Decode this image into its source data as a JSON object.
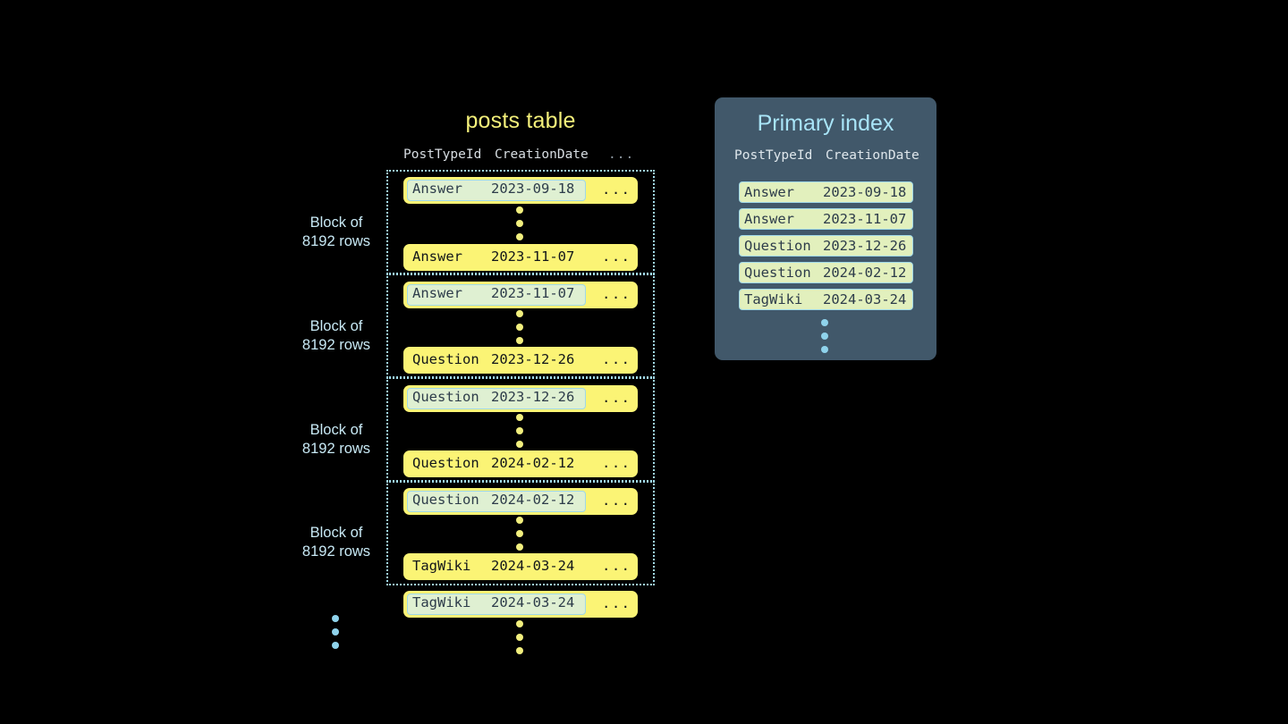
{
  "theme": {
    "background": "#000000",
    "row_yellow": "#fbf475",
    "highlight_green": "#dff0d2",
    "highlight_border": "#9fd8e8",
    "panel_slate": "#41586a",
    "index_row_green": "#e2f0bd",
    "title_yellow": "#f4f07a",
    "title_blue": "#a8e4f7",
    "label_blue": "#c8e9f5",
    "dot_yellow": "#f2ef7e",
    "dot_blue": "#8fd3ec"
  },
  "posts_table": {
    "title": "posts table",
    "columns": [
      "PostTypeId",
      "CreationDate",
      "..."
    ],
    "block_label": "Block of\n8192 rows",
    "block_label_line1": "Block of",
    "block_label_line2": "8192 rows",
    "ellipsis_cell": "...",
    "blocks": [
      {
        "label_line1": "Block of",
        "label_line2": "8192 rows",
        "first_row": {
          "post_type_id": "Answer",
          "creation_date": "2023-09-18",
          "rest": "...",
          "highlighted": true
        },
        "last_row": {
          "post_type_id": "Answer",
          "creation_date": "2023-11-07",
          "rest": "...",
          "highlighted": false
        }
      },
      {
        "label_line1": "Block of",
        "label_line2": "8192 rows",
        "first_row": {
          "post_type_id": "Answer",
          "creation_date": "2023-11-07",
          "rest": "...",
          "highlighted": true
        },
        "last_row": {
          "post_type_id": "Question",
          "creation_date": "2023-12-26",
          "rest": "...",
          "highlighted": false
        }
      },
      {
        "label_line1": "Block of",
        "label_line2": "8192 rows",
        "first_row": {
          "post_type_id": "Question",
          "creation_date": "2023-12-26",
          "rest": "...",
          "highlighted": true
        },
        "last_row": {
          "post_type_id": "Question",
          "creation_date": "2024-02-12",
          "rest": "...",
          "highlighted": false
        }
      },
      {
        "label_line1": "Block of",
        "label_line2": "8192 rows",
        "first_row": {
          "post_type_id": "Question",
          "creation_date": "2024-02-12",
          "rest": "...",
          "highlighted": true
        },
        "last_row": {
          "post_type_id": "TagWiki",
          "creation_date": "2024-03-24",
          "rest": "...",
          "highlighted": false
        }
      }
    ],
    "trailing_row": {
      "post_type_id": "TagWiki",
      "creation_date": "2024-03-24",
      "rest": "...",
      "highlighted": true
    }
  },
  "primary_index": {
    "title": "Primary index",
    "columns": [
      "PostTypeId",
      "CreationDate"
    ],
    "rows": [
      {
        "post_type_id": "Answer",
        "creation_date": "2023-09-18"
      },
      {
        "post_type_id": "Answer",
        "creation_date": "2023-11-07"
      },
      {
        "post_type_id": "Question",
        "creation_date": "2023-12-26"
      },
      {
        "post_type_id": "Question",
        "creation_date": "2024-02-12"
      },
      {
        "post_type_id": "TagWiki",
        "creation_date": "2024-03-24"
      }
    ]
  }
}
